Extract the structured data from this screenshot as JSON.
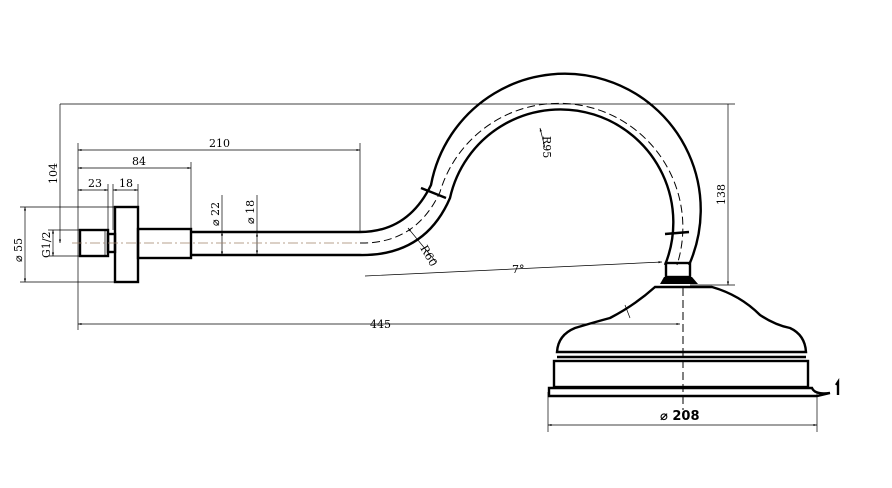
{
  "drawing": {
    "title": "Shower arm with rose head dimension drawing",
    "dimensions": {
      "overall_length": "445",
      "arm_length": "210",
      "flange_offset": "84",
      "thread_length": "23",
      "flange_thickness": "18",
      "flange_diameter": "⌀ 55",
      "thread": "G1/2",
      "pipe_outer": "⌀ 22",
      "pipe_inner": "⌀ 18",
      "rise_left": "104",
      "rise_right": "138",
      "bend_radius_small": "R60",
      "bend_radius_large": "R95",
      "angle": "7°",
      "head_diameter": "⌀ 208"
    }
  }
}
